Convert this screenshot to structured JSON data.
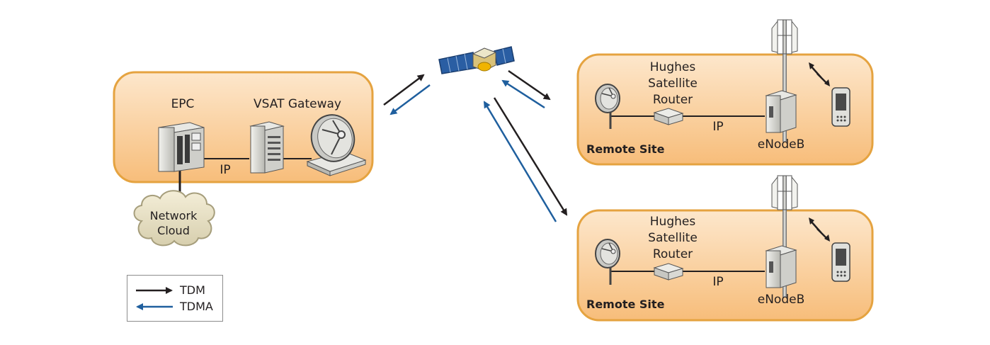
{
  "core_site": {
    "epc_label": "EPC",
    "gateway_label": "VSAT Gateway",
    "ip_label": "IP",
    "cloud_line1": "Network",
    "cloud_line2": "Cloud"
  },
  "remote_sites": [
    {
      "router_line1": "Hughes",
      "router_line2": "Satellite",
      "router_line3": "Router",
      "ip_label": "IP",
      "enodeb_label": "eNodeB",
      "site_label": "Remote Site"
    },
    {
      "router_line1": "Hughes",
      "router_line2": "Satellite",
      "router_line3": "Router",
      "ip_label": "IP",
      "enodeb_label": "eNodeB",
      "site_label": "Remote Site"
    }
  ],
  "legend": {
    "items": [
      {
        "label": "TDM",
        "color": "#231f20"
      },
      {
        "label": "TDMA",
        "color": "#1f5f9e"
      }
    ]
  },
  "colors": {
    "box_fill": "#f9c98f",
    "box_border": "#e5a340",
    "tdm_arrow": "#231f20",
    "tdma_arrow": "#1f5f9e"
  }
}
